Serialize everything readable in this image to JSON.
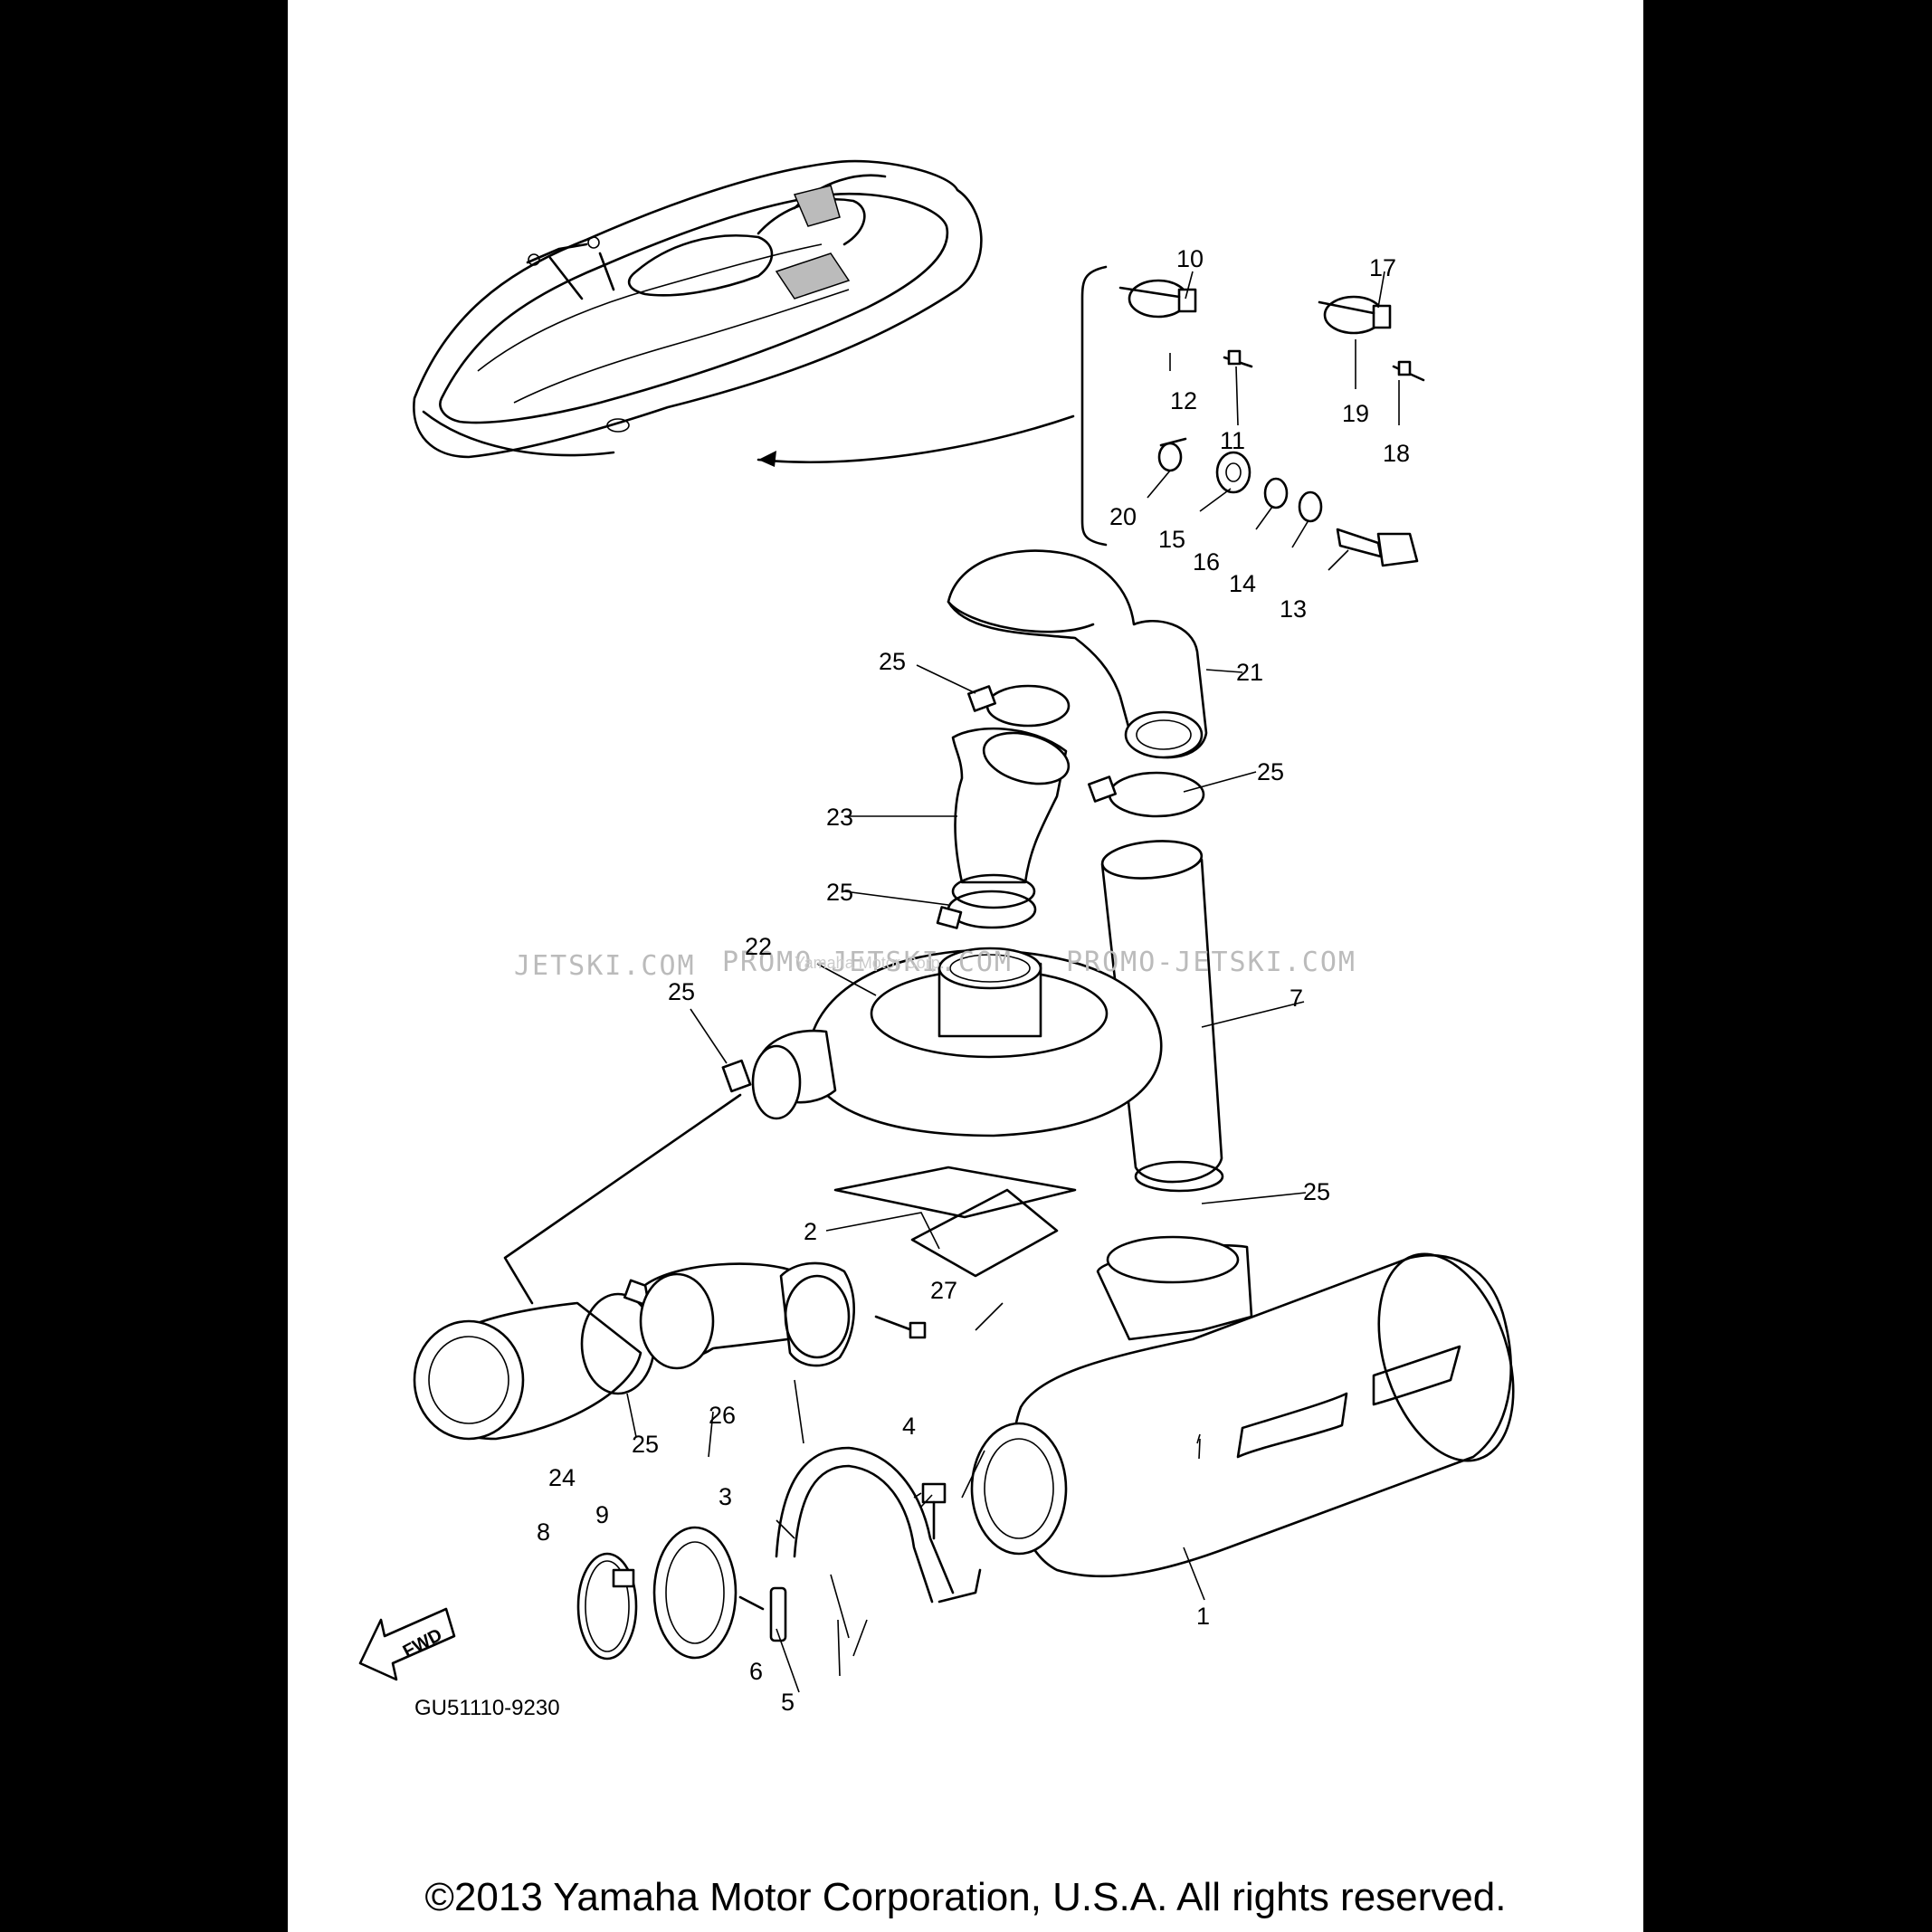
{
  "diagram": {
    "drawing_code": "GU51110-9230",
    "watermark_left": "JETSKI.COM",
    "watermark_center": "PROMO-JETSKI.COM",
    "watermark_faint": "Yamaha Motor Corp.",
    "watermark_right": "PROMO-JETSKI.COM",
    "direction_label": "FWD",
    "callouts": [
      "1",
      "2",
      "3",
      "4",
      "5",
      "6",
      "7",
      "8",
      "9",
      "10",
      "11",
      "12",
      "13",
      "14",
      "15",
      "16",
      "17",
      "18",
      "19",
      "20",
      "21",
      "22",
      "23",
      "24",
      "25",
      "26",
      "27"
    ]
  },
  "footer": {
    "copyright": "©2013 Yamaha Motor Corporation, U.S.A. All rights reserved."
  }
}
